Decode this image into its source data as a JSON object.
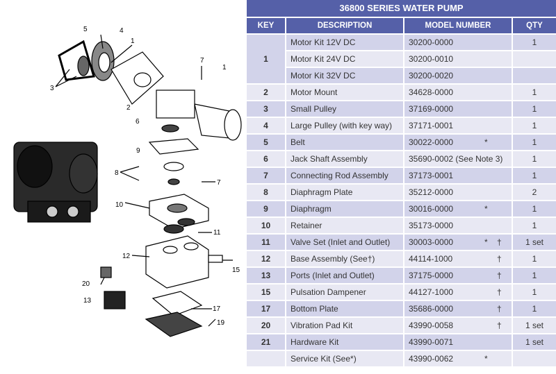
{
  "table": {
    "title": "36800 SERIES WATER PUMP",
    "headers": {
      "key": "KEY",
      "description": "DESCRIPTION",
      "model": "MODEL NUMBER",
      "qty": "QTY"
    },
    "group1": {
      "key": "1",
      "rows": [
        {
          "description": "Motor Kit 12V DC",
          "model": "30200-0000",
          "qty": "1"
        },
        {
          "description": "Motor Kit 24V DC",
          "model": "30200-0010",
          "qty": ""
        },
        {
          "description": "Motor Kit 32V DC",
          "model": "30200-0020",
          "qty": ""
        }
      ]
    },
    "rows": [
      {
        "key": "2",
        "description": "Motor Mount",
        "model": "34628-0000",
        "star": "",
        "dagger": "",
        "qty": "1"
      },
      {
        "key": "3",
        "description": "Small Pulley",
        "model": "37169-0000",
        "star": "",
        "dagger": "",
        "qty": "1"
      },
      {
        "key": "4",
        "description": "Large Pulley (with key way)",
        "model": "37171-0001",
        "star": "",
        "dagger": "",
        "qty": "1"
      },
      {
        "key": "5",
        "description": "Belt",
        "model": "30022-0000",
        "star": "*",
        "dagger": "",
        "qty": "1"
      },
      {
        "key": "6",
        "description": "Jack Shaft Assembly",
        "model": "35690-0002 (See Note 3)",
        "star": "",
        "dagger": "",
        "qty": "1"
      },
      {
        "key": "7",
        "description": "Connecting Rod Assembly",
        "model": "37173-0001",
        "star": "",
        "dagger": "",
        "qty": "1"
      },
      {
        "key": "8",
        "description": "Diaphragm Plate",
        "model": "35212-0000",
        "star": "",
        "dagger": "",
        "qty": "2"
      },
      {
        "key": "9",
        "description": "Diaphragm",
        "model": "30016-0000",
        "star": "*",
        "dagger": "",
        "qty": "1"
      },
      {
        "key": "10",
        "description": "Retainer",
        "model": "35173-0000",
        "star": "",
        "dagger": "",
        "qty": "1"
      },
      {
        "key": "11",
        "description": "Valve Set (Inlet and Outlet)",
        "model": "30003-0000",
        "star": "*",
        "dagger": "†",
        "qty": "1 set"
      },
      {
        "key": "12",
        "description": "Base Assembly  (See†)",
        "model": "44114-1000",
        "star": "",
        "dagger": "†",
        "qty": "1"
      },
      {
        "key": "13",
        "description": "Ports (Inlet and Outlet)",
        "model": "37175-0000",
        "star": "",
        "dagger": "†",
        "qty": "1"
      },
      {
        "key": "15",
        "description": "Pulsation Dampener",
        "model": "44127-1000",
        "star": "",
        "dagger": "†",
        "qty": "1"
      },
      {
        "key": "17",
        "description": "Bottom Plate",
        "model": "35686-0000",
        "star": "",
        "dagger": "†",
        "qty": "1"
      },
      {
        "key": "20",
        "description": "Vibration Pad Kit",
        "model": "43990-0058",
        "star": "",
        "dagger": "†",
        "qty": "1 set"
      },
      {
        "key": "21",
        "description": "Hardware Kit",
        "model": "43990-0071",
        "star": "",
        "dagger": "",
        "qty": "1 set"
      },
      {
        "key": "",
        "description": "Service Kit  (See*)",
        "model": "43990-0062",
        "star": "*",
        "dagger": "",
        "qty": ""
      }
    ]
  },
  "diagram": {
    "callouts": [
      "5",
      "4",
      "1",
      "3",
      "7",
      "1",
      "2",
      "6",
      "8",
      "9",
      "7",
      "10",
      "11",
      "12",
      "15",
      "20",
      "13",
      "17",
      "19"
    ]
  }
}
